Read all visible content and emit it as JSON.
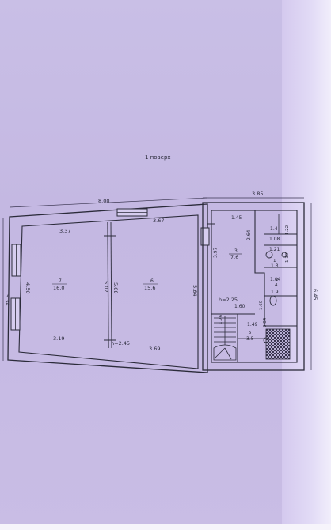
{
  "floor_title": "1 поверх",
  "rooms": [
    {
      "number": "7",
      "area": "16.0"
    },
    {
      "number": "6",
      "area": "15.6"
    },
    {
      "number": "3",
      "area": "7.6"
    },
    {
      "number": "1",
      "area": "1.4"
    },
    {
      "number": "2",
      "area": "1.3"
    },
    {
      "number": "4",
      "area": "1.9"
    },
    {
      "number": "5",
      "area": "3.5"
    }
  ],
  "dimensions": {
    "total_width_left": "8.00",
    "total_width_right": "3.85",
    "outer_height_left": "5.34",
    "outer_height_right": "6.45",
    "r7_top": "3.37",
    "r7_bottom": "3.19",
    "r7_left": "4.50",
    "r7_right": "5.02",
    "r6_top": "3.67",
    "r6_bottom": "3.69",
    "r6_left": "5.08",
    "r6_right": "5.64",
    "r3_top": "1.45",
    "r3_side": "3.97",
    "r3_inner": "2.64",
    "r1_width": "1.08",
    "r1_height": "1.22",
    "r2_width": "1.21",
    "r2_height": "1.10",
    "r4_width": "1.04",
    "r4_height": "1.60",
    "r5_width": "1.49",
    "r5_height": "0.84",
    "stair_width": "1.76",
    "hall_width": "1.60",
    "ceiling_left": "h=2.45",
    "ceiling_right": "h=2.25"
  }
}
